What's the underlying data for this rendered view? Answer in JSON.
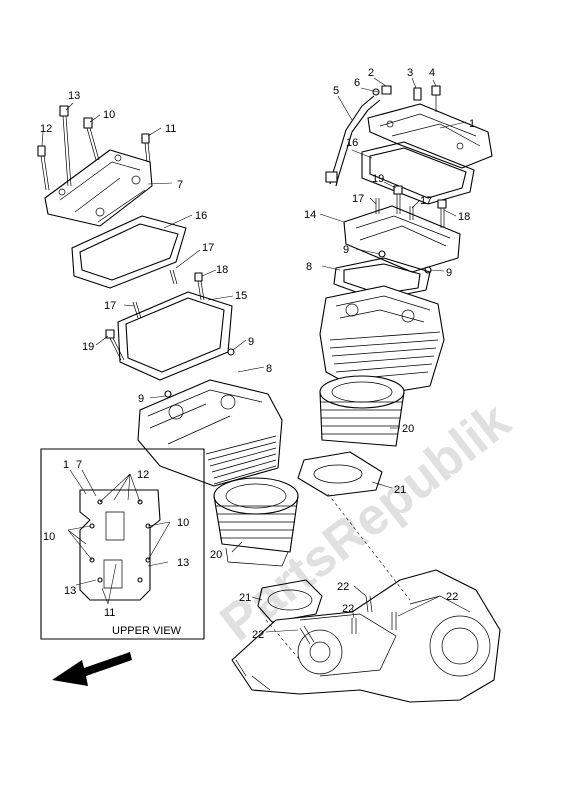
{
  "callouts": {
    "c1": "1",
    "c2": "2",
    "c3": "3",
    "c4": "4",
    "c5": "5",
    "c6": "6",
    "c7": "7",
    "c8": "8",
    "c9": "9",
    "c10": "10",
    "c11": "11",
    "c12": "12",
    "c13": "13",
    "c14": "14",
    "c15": "15",
    "c16": "16",
    "c17": "17",
    "c18": "18",
    "c19": "19",
    "c20": "20",
    "c21": "21",
    "c22": "22"
  },
  "inset": {
    "caption": "UPPER VIEW",
    "labels": {
      "l1": "1",
      "l7": "7",
      "l12": "12",
      "l10a": "10",
      "l10b": "10",
      "l13a": "13",
      "l13b": "13",
      "l11": "11"
    }
  },
  "watermark": "PartsRepublik",
  "colors": {
    "line": "#000000",
    "background": "#ffffff",
    "watermark": "#c8c8c8"
  },
  "icons": {
    "direction": "front-arrow-icon"
  }
}
